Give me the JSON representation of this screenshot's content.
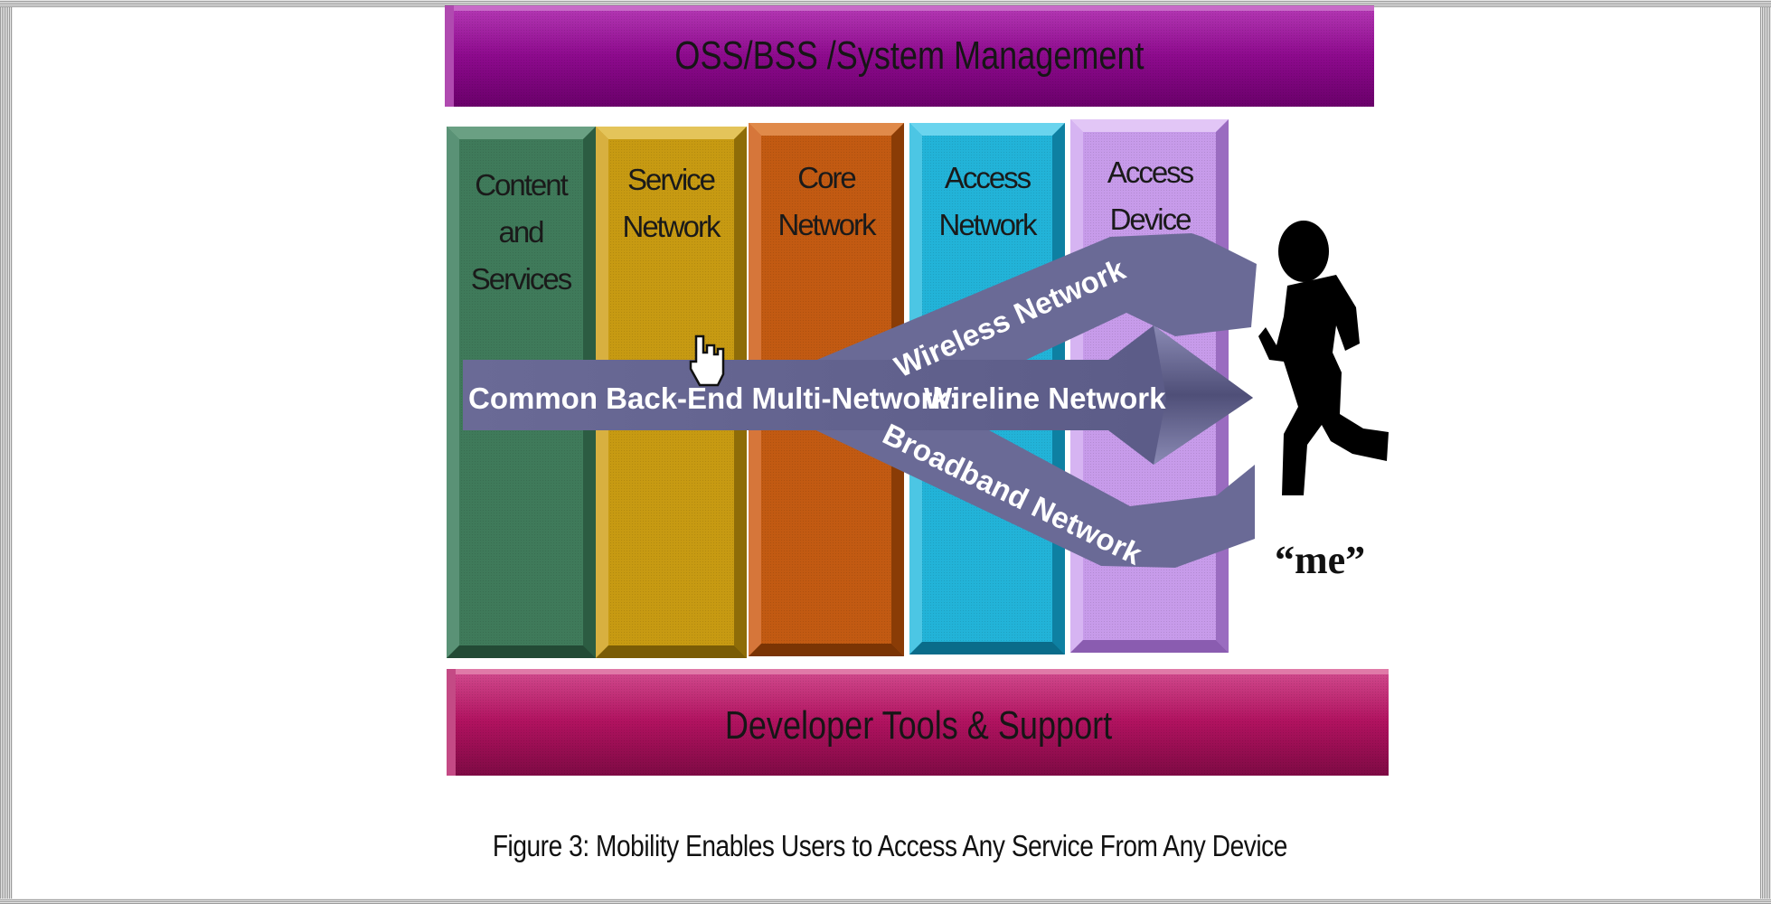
{
  "diagram": {
    "top_band": {
      "label": "OSS/BSS /System Management",
      "color": "#8d0a8d"
    },
    "bottom_band": {
      "label": "Developer Tools & Support",
      "color": "#b0125f"
    },
    "pillars": [
      {
        "lines": [
          "Content",
          "and",
          "Services"
        ],
        "color": "#3f7a5a"
      },
      {
        "lines": [
          "Service",
          "Network"
        ],
        "color": "#c79a12"
      },
      {
        "lines": [
          "Core",
          "Network"
        ],
        "color": "#c25a12"
      },
      {
        "lines": [
          "Access",
          "Network"
        ],
        "color": "#22b3d8"
      },
      {
        "lines": [
          "Access",
          "Device"
        ],
        "color": "#c79bea"
      }
    ],
    "arrows": {
      "common_label": "Common Back-End Multi-Network:",
      "wireless_label": "Wireless Network",
      "wireline_label": "Wireline Network",
      "broadband_label": "Broadband Network",
      "color": "#6a6a96"
    },
    "user": {
      "label": "“me”"
    },
    "caption": "Figure 3: Mobility Enables Users to Access Any Service From Any Device"
  }
}
